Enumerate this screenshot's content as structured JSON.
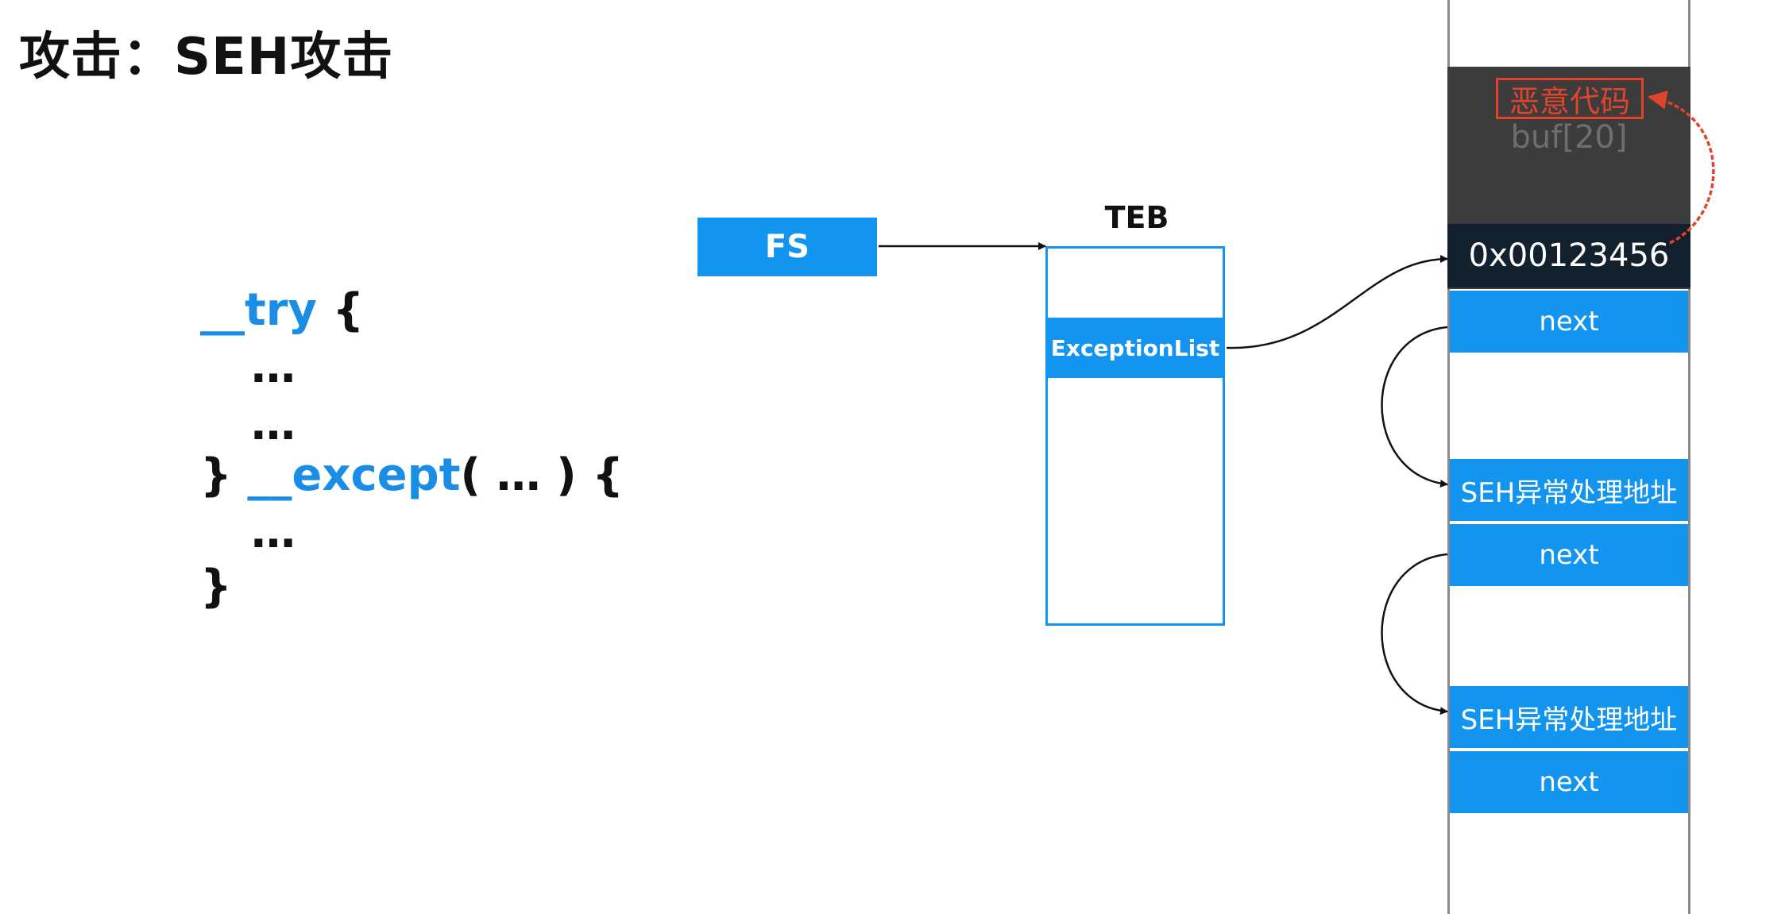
{
  "title": "攻击：SEH攻击",
  "code": {
    "try_kw": "__try",
    "open_brace": " {",
    "dots1": "…",
    "dots2": "…",
    "close_brace_prefix": "} ",
    "except_kw": "__except",
    "except_args": "( … ) {",
    "dots3": "…",
    "close_brace": "}"
  },
  "diagram": {
    "fs_label": "FS",
    "teb_label": "TEB",
    "exception_list_label": "ExceptionList",
    "malicious_code_label": "恶意代码",
    "buffer_label": "buf[20]",
    "overwritten_address": "0x00123456",
    "stack_cells": [
      {
        "kind": "next",
        "label": "next"
      },
      {
        "kind": "seh",
        "label": "SEH异常处理地址"
      },
      {
        "kind": "next",
        "label": "next"
      },
      {
        "kind": "seh",
        "label": "SEH异常处理地址"
      },
      {
        "kind": "next",
        "label": "next"
      }
    ]
  },
  "colors": {
    "blue": "#1394ee",
    "red": "#e0442a",
    "dark": "#3c3c3c",
    "navy": "#13202e"
  }
}
